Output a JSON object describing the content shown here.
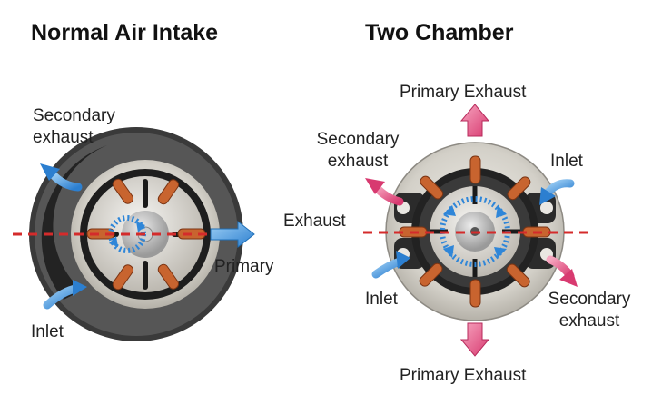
{
  "left_panel": {
    "title": "Normal Air Intake",
    "labels": {
      "secondary_exhaust_line1": "Secondary",
      "secondary_exhaust_line2": "exhaust",
      "primary": "Primary",
      "inlet": "Inlet"
    }
  },
  "right_panel": {
    "title": "Two Chamber",
    "labels": {
      "primary_exhaust_top": "Primary Exhaust",
      "primary_exhaust_bottom": "Primary Exhaust",
      "secondary_exhaust_left_line1": "Secondary",
      "secondary_exhaust_left_line2": "exhaust",
      "secondary_exhaust_right_line1": "Secondary",
      "secondary_exhaust_right_line2": "exhaust",
      "inlet_right": "Inlet",
      "inlet_left": "Inlet",
      "exhaust": "Exhaust"
    }
  },
  "colors": {
    "inlet_arrow": "#3f8fd6",
    "exhaust_arrow": "#e0447a",
    "axis_line": "#d42b2b",
    "vane": "#c8642f",
    "rotation": "#2f86d8"
  }
}
